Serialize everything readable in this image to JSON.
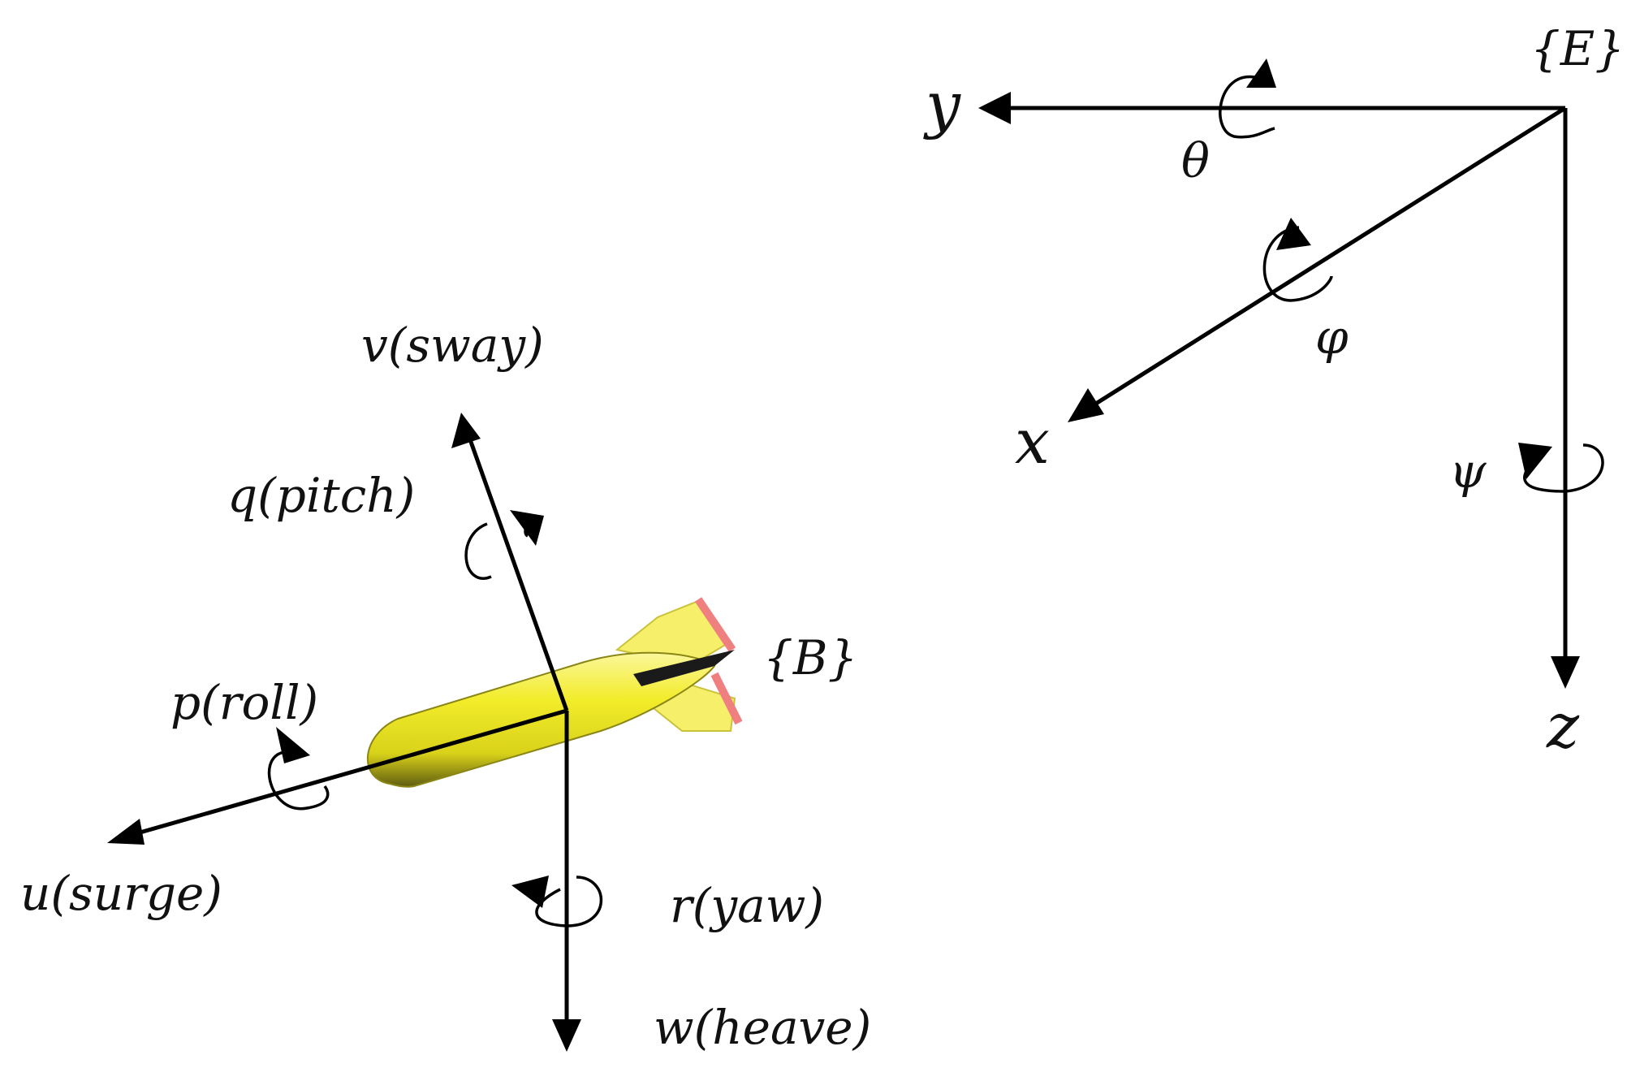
{
  "body_frame": {
    "label": "{B}",
    "axes": {
      "surge": "u(surge)",
      "sway": "v(sway)",
      "heave": "w(heave)"
    },
    "rotations": {
      "roll": "p(roll)",
      "pitch": "q(pitch)",
      "yaw": "r(yaw)"
    }
  },
  "earth_frame": {
    "label": "{E}",
    "axes": {
      "x": "x",
      "y": "y",
      "z": "z"
    },
    "angles": {
      "phi": "φ",
      "theta": "θ",
      "psi": "ψ"
    }
  },
  "colors": {
    "vehicle_body": "#f2ec2a",
    "vehicle_shadow": "#6d6a12",
    "fin": "#f5ef6a",
    "fin_edge": "#f08080"
  }
}
